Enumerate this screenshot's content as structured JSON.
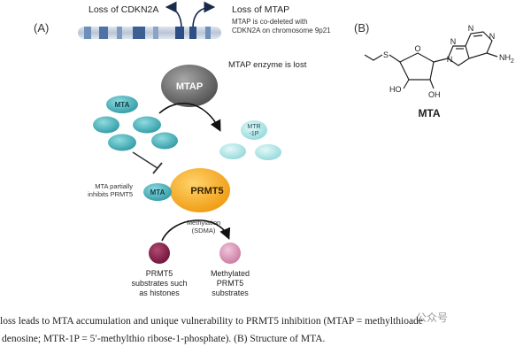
{
  "panel_a": {
    "label": "(A)",
    "loss_cdkn2a": "Loss of CDKN2A",
    "loss_mtap": "Loss of MTAP",
    "codeletion_note_1": "MTAP is co-deleted with",
    "codeletion_note_2": "CDKN2A on chromosome 9p21",
    "mtap_node": "MTAP",
    "enzyme_lost": "MTAP enzyme is lost",
    "mta_molecule": "MTA",
    "mtr1p_line1": "MTR",
    "mtr1p_line2": "-1P",
    "inhibits_line1": "MTA partially",
    "inhibits_line2": "inhibits PRMT5",
    "mta_bound": "MTA",
    "prmt5_node": "PRMT5",
    "methylation_line1": "Methylation",
    "methylation_line2": "(SDMA)",
    "substrates_left": [
      "PRMT5",
      "substrates such",
      "as histones"
    ],
    "substrates_right": [
      "Methylated",
      "PRMT5",
      "substrates"
    ]
  },
  "panel_b": {
    "label": "(B)",
    "structure_name": "MTA",
    "nh2": "NH",
    "nh2_sub": "2",
    "oh_left": "HO",
    "oh_right": "OH",
    "sulfur": "S",
    "ring_o": "O",
    "n1": "N",
    "n2": "N",
    "n3": "N",
    "n4": "N"
  },
  "caption": {
    "line1": "loss leads to MTA accumulation and unique vulnerability to PRMT5 inhibition (MTAP = methylthioade",
    "line2": "denosine; MTR-1P = 5′-methylthio ribose-1-phosphate). (B) Structure of MTA."
  },
  "watermark": "公众号",
  "colors": {
    "mtap_node": "#6b6b6b",
    "mta_teal": "#3fb0b8",
    "mtr_light": "#a8e2e4",
    "prmt5_orange": "#f5a623",
    "dark_substrate": "#8a1e4a",
    "light_substrate": "#d68fb6",
    "chromosome": "#5b7fb0"
  }
}
